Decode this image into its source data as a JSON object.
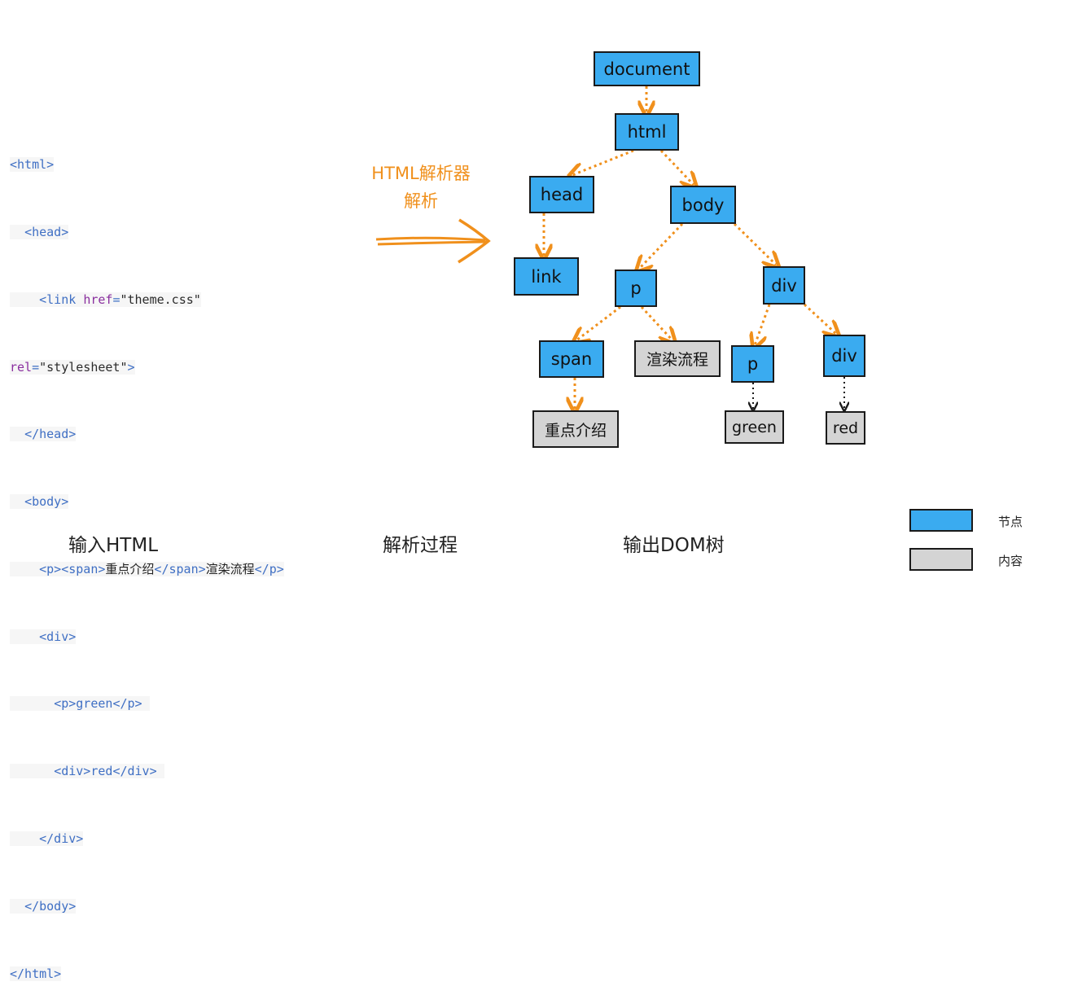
{
  "code": {
    "lines": [
      [
        "",
        "<html>"
      ],
      [
        "  ",
        "<head>"
      ],
      [
        "    ",
        "<link href=\"theme.css\""
      ],
      [
        "",
        "rel=\"stylesheet\">"
      ],
      [
        "  ",
        "</head>"
      ],
      [
        "  ",
        "<body>"
      ],
      [
        "    ",
        "<p><span>重点介绍</span>渲染流程</p>"
      ],
      [
        "    ",
        "<div>"
      ],
      [
        "      ",
        "<p>green</p>"
      ],
      [
        "      ",
        "<div>red</div>"
      ],
      [
        "    ",
        "</div>"
      ],
      [
        "  ",
        "</body>"
      ],
      [
        "",
        "</html>"
      ]
    ]
  },
  "parser": {
    "line1": "HTML解析器",
    "line2": "解析"
  },
  "tree": {
    "document": "document",
    "html": "html",
    "head": "head",
    "body": "body",
    "link": "link",
    "p1": "p",
    "div1": "div",
    "span": "span",
    "text_render": "渲染流程",
    "p2": "p",
    "div2": "div",
    "text_key": "重点介绍",
    "text_green": "green",
    "text_red": "red"
  },
  "captions": {
    "input": "输入HTML",
    "process": "解析过程",
    "output": "输出DOM树"
  },
  "legend": {
    "node": "节点",
    "content": "内容"
  },
  "colors": {
    "node": "#3aabf0",
    "content": "#d4d4d4",
    "arrow": "#f0901c",
    "tag": "#3f6fc4",
    "attr": "#8a2f9f"
  }
}
